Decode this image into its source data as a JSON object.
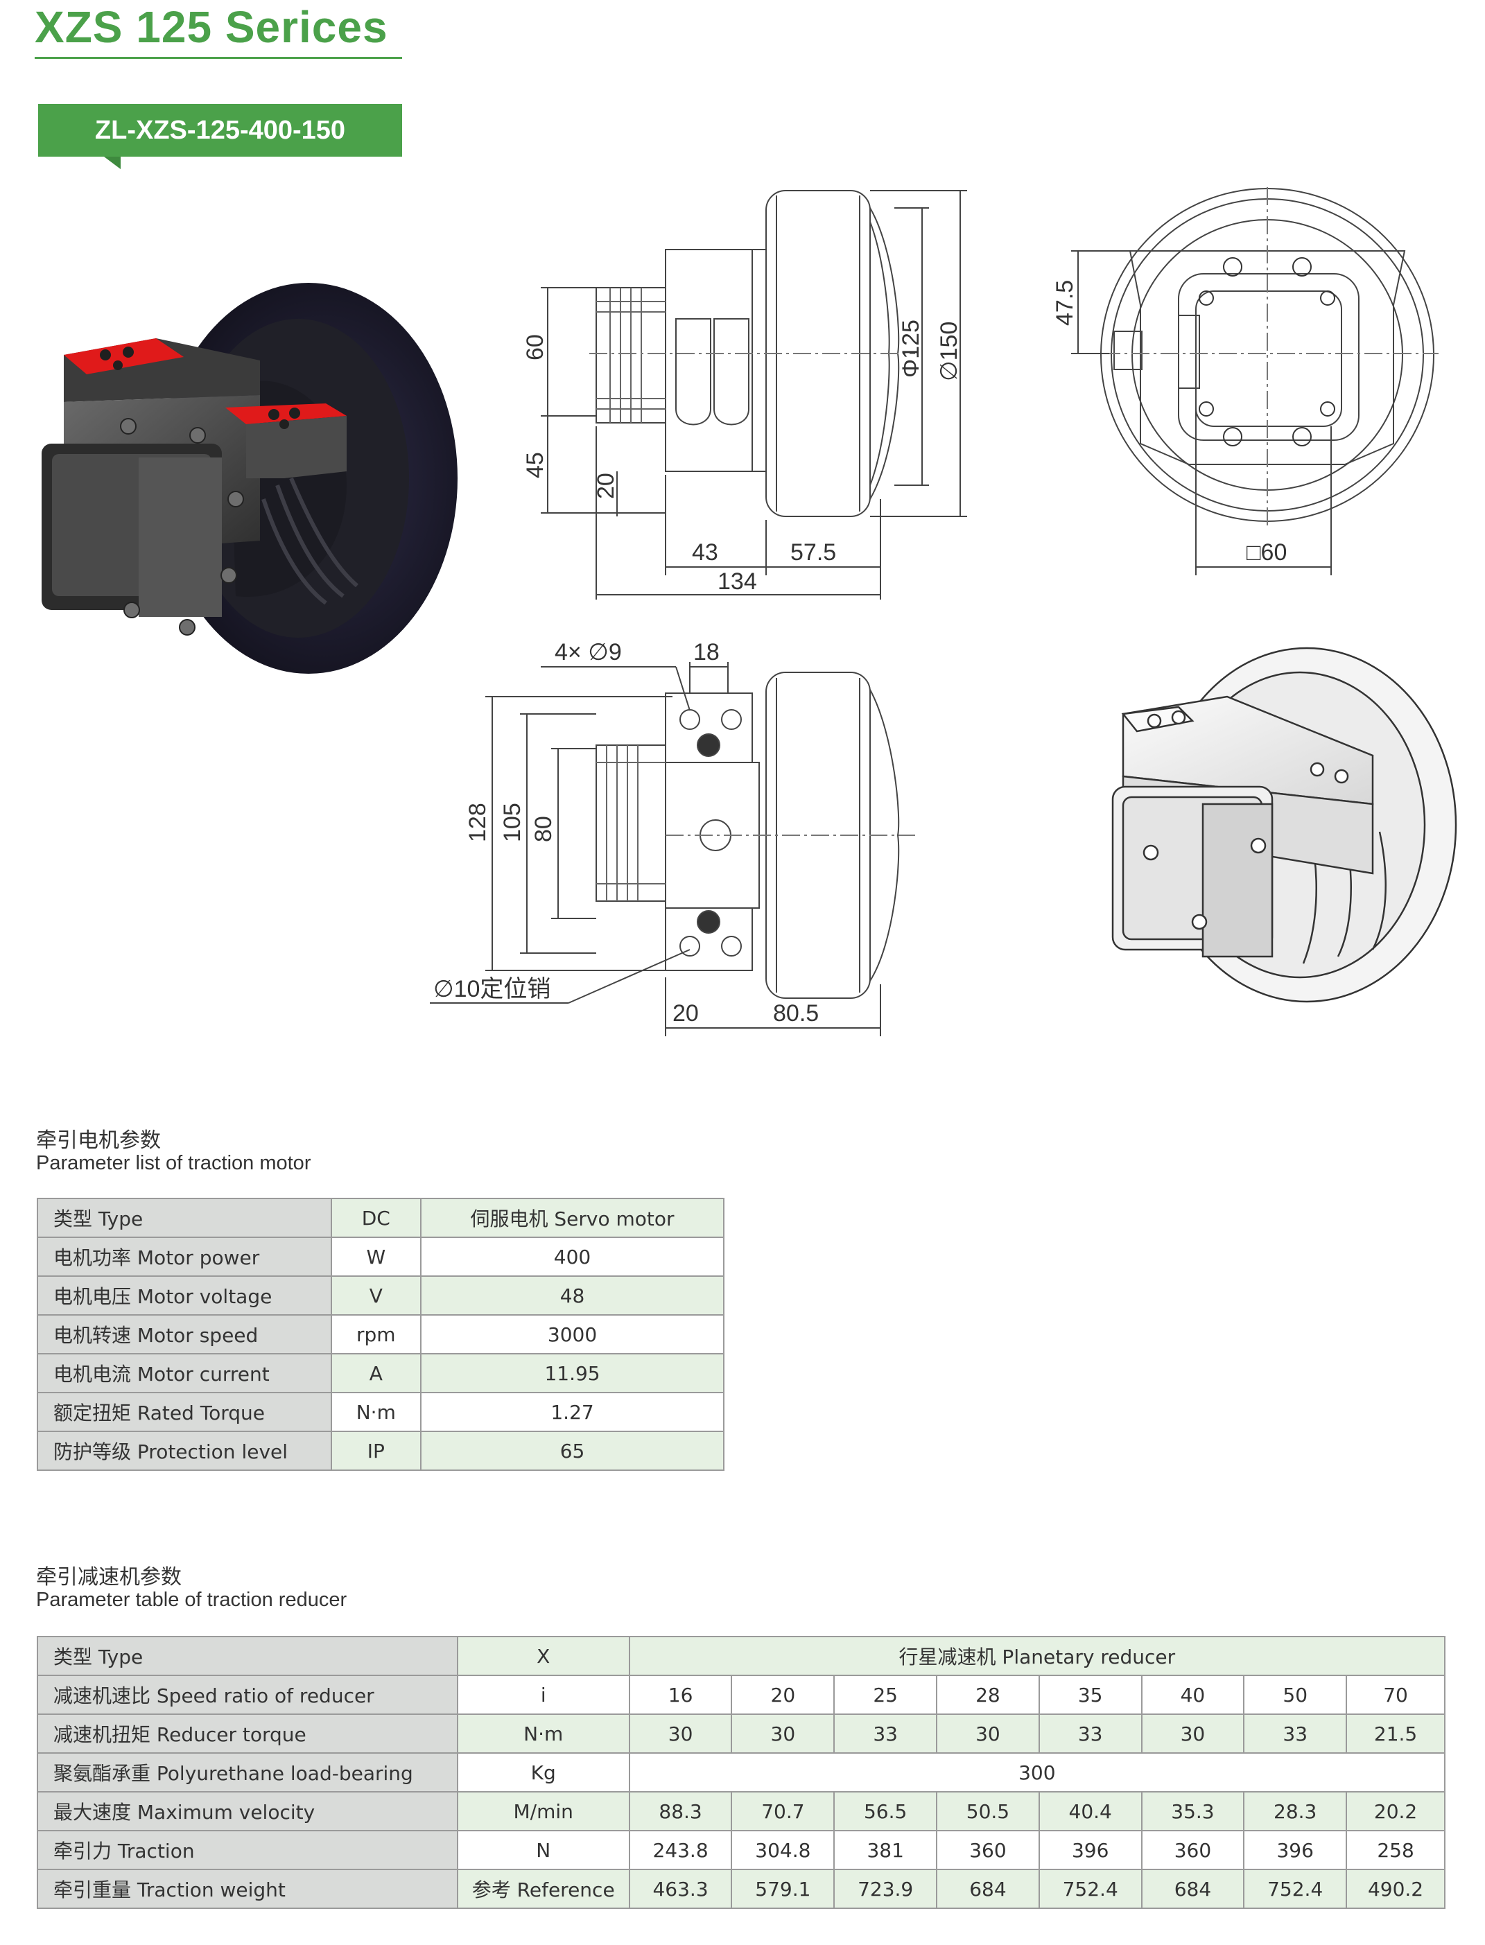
{
  "header": {
    "series_title": "XZS 125 Serices",
    "model_code": "ZL-XZS-125-400-150"
  },
  "drawing": {
    "side_view": {
      "dims": [
        "60",
        "45",
        "20",
        "Φ125",
        "∅150",
        "43",
        "57.5",
        "134"
      ]
    },
    "front_view": {
      "dims": [
        "47.5",
        "□60"
      ]
    },
    "top_view": {
      "dims": [
        "4× ∅9",
        "18",
        "128",
        "105",
        "80",
        "∅10定位销",
        "20",
        "80.5"
      ]
    }
  },
  "motor": {
    "heading_zh": "牵引电机参数",
    "heading_en": "Parameter list of traction motor",
    "rows": [
      {
        "label": "类型 Type",
        "unit": "DC",
        "value": "伺服电机 Servo motor"
      },
      {
        "label": "电机功率 Motor power",
        "unit": "W",
        "value": "400"
      },
      {
        "label": "电机电压 Motor voltage",
        "unit": "V",
        "value": "48"
      },
      {
        "label": "电机转速 Motor speed",
        "unit": "rpm",
        "value": "3000"
      },
      {
        "label": "电机电流 Motor current",
        "unit": "A",
        "value": "11.95"
      },
      {
        "label": "额定扭矩 Rated Torque",
        "unit": "N·m",
        "value": "1.27"
      },
      {
        "label": "防护等级 Protection level",
        "unit": "IP",
        "value": "65"
      }
    ]
  },
  "reducer": {
    "heading_zh": "牵引减速机参数",
    "heading_en": "Parameter table of traction reducer",
    "type_row": {
      "label": "类型 Type",
      "unit": "X",
      "value": "行星减速机 Planetary reducer"
    },
    "ratio_row": {
      "label": "减速机速比 Speed ratio of reducer",
      "unit": "i",
      "values": [
        "16",
        "20",
        "25",
        "28",
        "35",
        "40",
        "50",
        "70"
      ]
    },
    "torque_row": {
      "label": "减速机扭矩 Reducer torque",
      "unit": "N·m",
      "values": [
        "30",
        "30",
        "33",
        "30",
        "33",
        "30",
        "33",
        "21.5"
      ]
    },
    "load_row": {
      "label": "聚氨酯承重 Polyurethane load-bearing",
      "unit": "Kg",
      "value": "300"
    },
    "velocity_row": {
      "label": "最大速度 Maximum velocity",
      "unit": "M/min",
      "values": [
        "88.3",
        "70.7",
        "56.5",
        "50.5",
        "40.4",
        "35.3",
        "28.3",
        "20.2"
      ]
    },
    "traction_row": {
      "label": "牵引力 Traction",
      "unit": "N",
      "values": [
        "243.8",
        "304.8",
        "381",
        "360",
        "396",
        "360",
        "396",
        "258"
      ]
    },
    "weight_row": {
      "label": "牵引重量 Traction weight",
      "unit": "参考 Reference",
      "values": [
        "463.3",
        "579.1",
        "723.9",
        "684",
        "752.4",
        "684",
        "752.4",
        "490.2"
      ]
    }
  }
}
